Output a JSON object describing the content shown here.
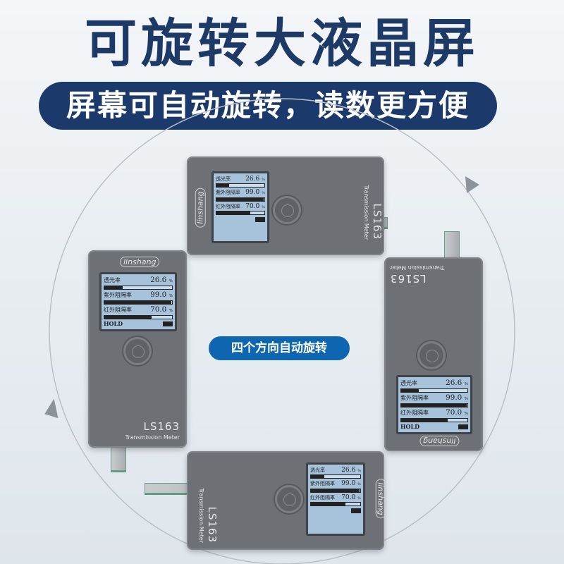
{
  "heading": "可旋转大液晶屏",
  "banner": "屏幕可自动旋转，读数更方便",
  "center_label": "四个方向自动旋转",
  "device": {
    "brand": "linshang",
    "model": "LS163",
    "subtitle": "Transmission Meter"
  },
  "screen": {
    "rows": [
      {
        "label": "透光率",
        "value": "26.6",
        "unit": "%",
        "fill": 0.27
      },
      {
        "label": "紫外阻隔率",
        "value": "99.0",
        "unit": "%",
        "fill": 0.99
      },
      {
        "label": "红外阻隔率",
        "value": "70.0",
        "unit": "%",
        "fill": 0.7
      }
    ],
    "status": "HOLD"
  },
  "colors": {
    "title": "#1d3a66",
    "banner": "#1b3a6b",
    "pill": "#0f66b0",
    "device": "#6d7075",
    "screen": "#a7c3dc"
  }
}
